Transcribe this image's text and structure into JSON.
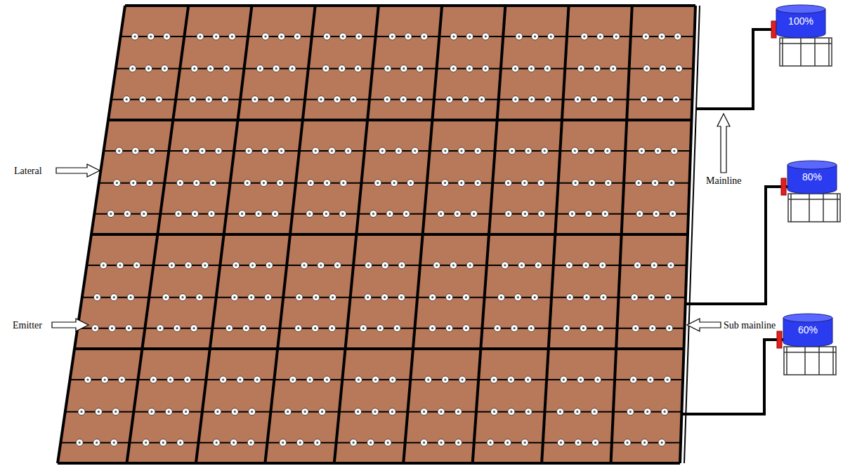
{
  "diagram": {
    "nodes": [
      {
        "text": [
          "100%"
        ]
      },
      {
        "text": [
          "80%"
        ]
      },
      {
        "text": [
          "60%"
        ]
      }
    ],
    "labels": [
      "Lateral",
      "Emitter",
      "Mainline",
      "Sub mainline"
    ]
  }
}
